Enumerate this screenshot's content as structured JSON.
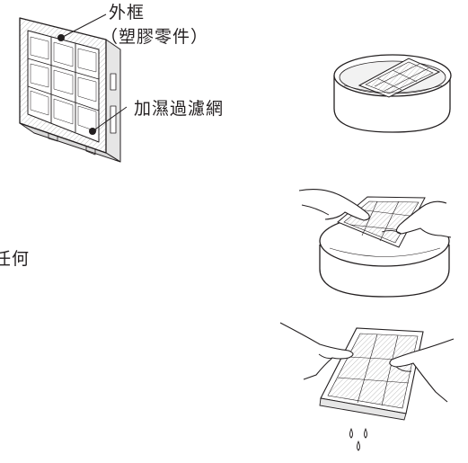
{
  "callouts": {
    "outer_frame": "外框",
    "outer_frame_note": "（塑膠零件）",
    "filter": "加濕過濾網"
  },
  "fragment_text": "任何"
}
